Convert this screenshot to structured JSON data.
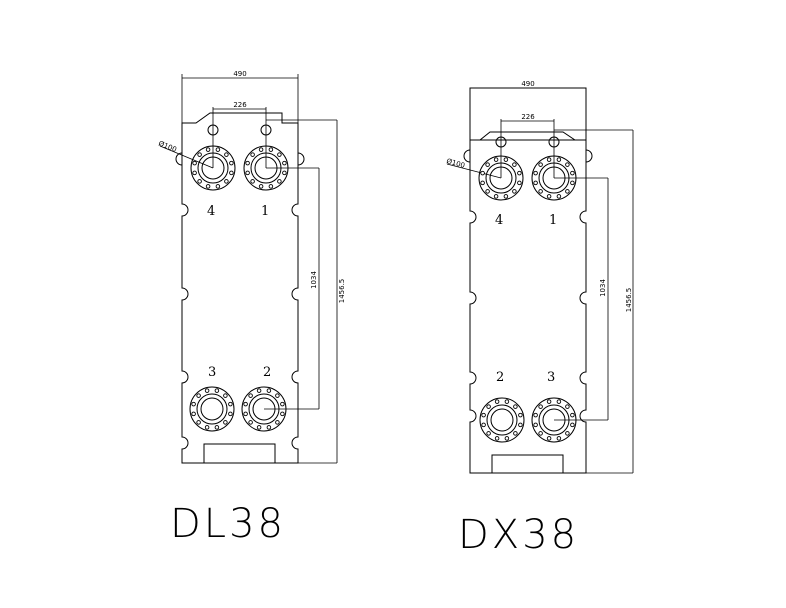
{
  "plates": [
    {
      "model": "DL38",
      "dim_width": "490",
      "dim_hole_spacing": "226",
      "dim_port_dia": "Ø100",
      "dim_port_vertical": "1034",
      "dim_total_height": "1456.5",
      "port_labels": {
        "top_left": "4",
        "top_right": "1",
        "bottom_left": "3",
        "bottom_right": "2"
      }
    },
    {
      "model": "DX38",
      "dim_width": "490",
      "dim_hole_spacing": "226",
      "dim_port_dia": "Ø100",
      "dim_port_vertical": "1034",
      "dim_total_height": "1456.5",
      "port_labels": {
        "top_left": "4",
        "top_right": "1",
        "bottom_left": "2",
        "bottom_right": "3"
      }
    }
  ]
}
